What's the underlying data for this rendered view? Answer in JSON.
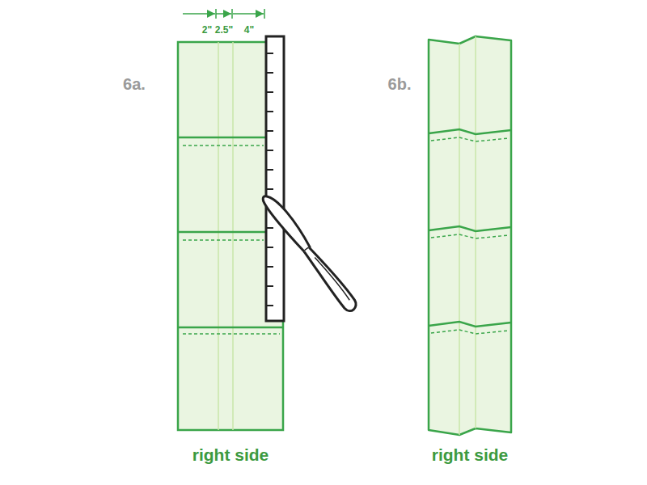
{
  "diagram": {
    "labels": [
      "6a.",
      "2\"",
      "2.5\"",
      "4\"",
      "right side",
      "6b.",
      "right side"
    ]
  }
}
